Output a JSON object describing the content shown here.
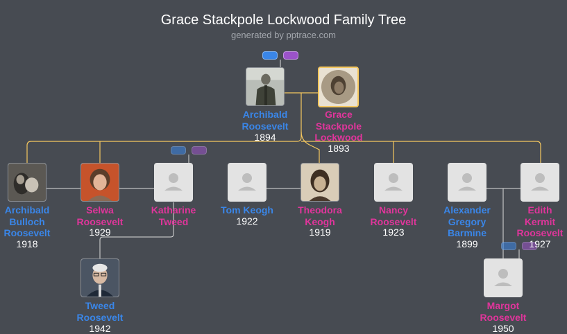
{
  "header": {
    "title": "Grace Stackpole Lockwood Family Tree",
    "subtitle": "generated by pptrace.com"
  },
  "colors": {
    "background": "#474b52",
    "male": "#3a86e8",
    "female": "#e0359b",
    "spouse_line": "#f6c85f",
    "child_line": "#b9bcc1",
    "link_line": "#dcdcdc"
  },
  "people": {
    "archibald_roosevelt": {
      "name": "Archibald Roosevelt",
      "year": "1894",
      "gender": "male",
      "photo": "man-in-uniform-photo"
    },
    "grace_lockwood": {
      "name": "Grace Stackpole Lockwood",
      "year": "1893",
      "gender": "female",
      "photo": "woman-portrait-photo"
    },
    "archibald_bulloch": {
      "name": "Archibald Bulloch Roosevelt",
      "year": "1918",
      "gender": "male",
      "photo": "child-with-mother-photo"
    },
    "selwa": {
      "name": "Selwa Roosevelt",
      "year": "1929",
      "gender": "female",
      "photo": "elderly-woman-photo"
    },
    "katharine": {
      "name": "Katharine Tweed",
      "year": "",
      "gender": "female",
      "photo": "person-placeholder-icon"
    },
    "tom_keogh": {
      "name": "Tom Keogh",
      "year": "1922",
      "gender": "male",
      "photo": "person-placeholder-icon"
    },
    "theodora": {
      "name": "Theodora Keogh",
      "year": "1919",
      "gender": "female",
      "photo": "young-woman-photo"
    },
    "nancy": {
      "name": "Nancy Roosevelt",
      "year": "1923",
      "gender": "female",
      "photo": "person-placeholder-icon"
    },
    "alexander": {
      "name": "Alexander Gregory Barmine",
      "year": "1899",
      "gender": "male",
      "photo": "person-placeholder-icon"
    },
    "edith": {
      "name": "Edith Kermit Roosevelt",
      "year": "1927",
      "gender": "female",
      "photo": "person-placeholder-icon"
    },
    "tweed": {
      "name": "Tweed Roosevelt",
      "year": "1942",
      "gender": "male",
      "photo": "man-with-glasses-photo"
    },
    "margot": {
      "name": "Margot Roosevelt",
      "year": "1950",
      "gender": "female",
      "photo": "person-placeholder-icon"
    }
  }
}
